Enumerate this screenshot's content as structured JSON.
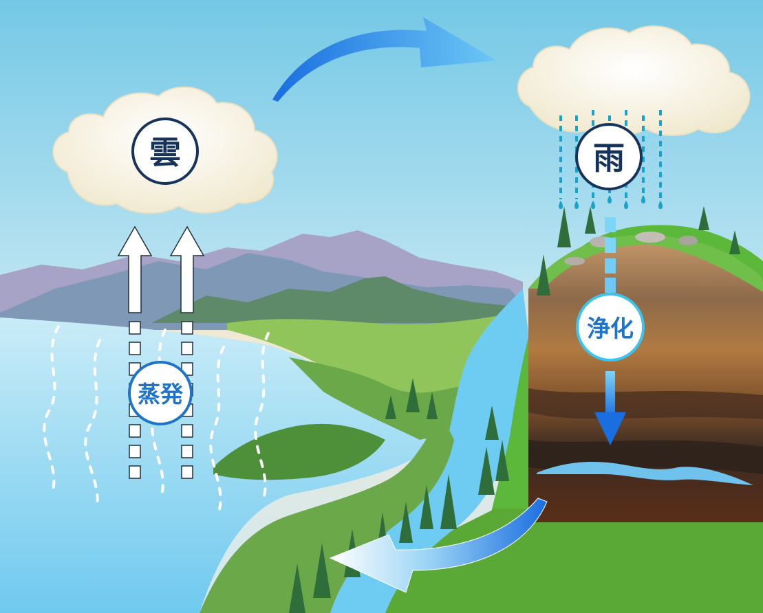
{
  "labels": {
    "cloud": "雲",
    "rain": "雨",
    "purification": "浄化",
    "evaporation": "蒸発"
  },
  "colors": {
    "sky_top": "#7fcde8",
    "sky_bottom": "#d8eef0",
    "water": "#7fd0f0",
    "arrow_blue": "#1a73e8",
    "arrow_light": "#59c3f2",
    "label_dark": "#16335b",
    "label_blue": "#1f74c9",
    "grass": "#5cb83a",
    "soil_top": "#b98a5c",
    "soil_mid": "#8b5a2b",
    "soil_dark": "#3a2a20"
  }
}
